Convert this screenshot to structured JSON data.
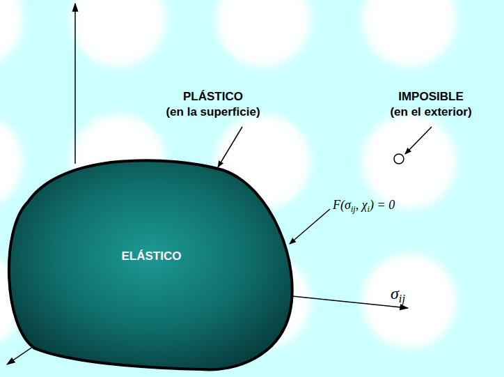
{
  "diagram": {
    "nodes": [
      {
        "text": [
          "ELÁSTICO"
        ]
      }
    ],
    "labels": [
      "PLÁSTICO (en la superficie)",
      "IMPOSIBLE (en el exterior)",
      "F(σij, χi) = 0",
      "σij"
    ]
  }
}
